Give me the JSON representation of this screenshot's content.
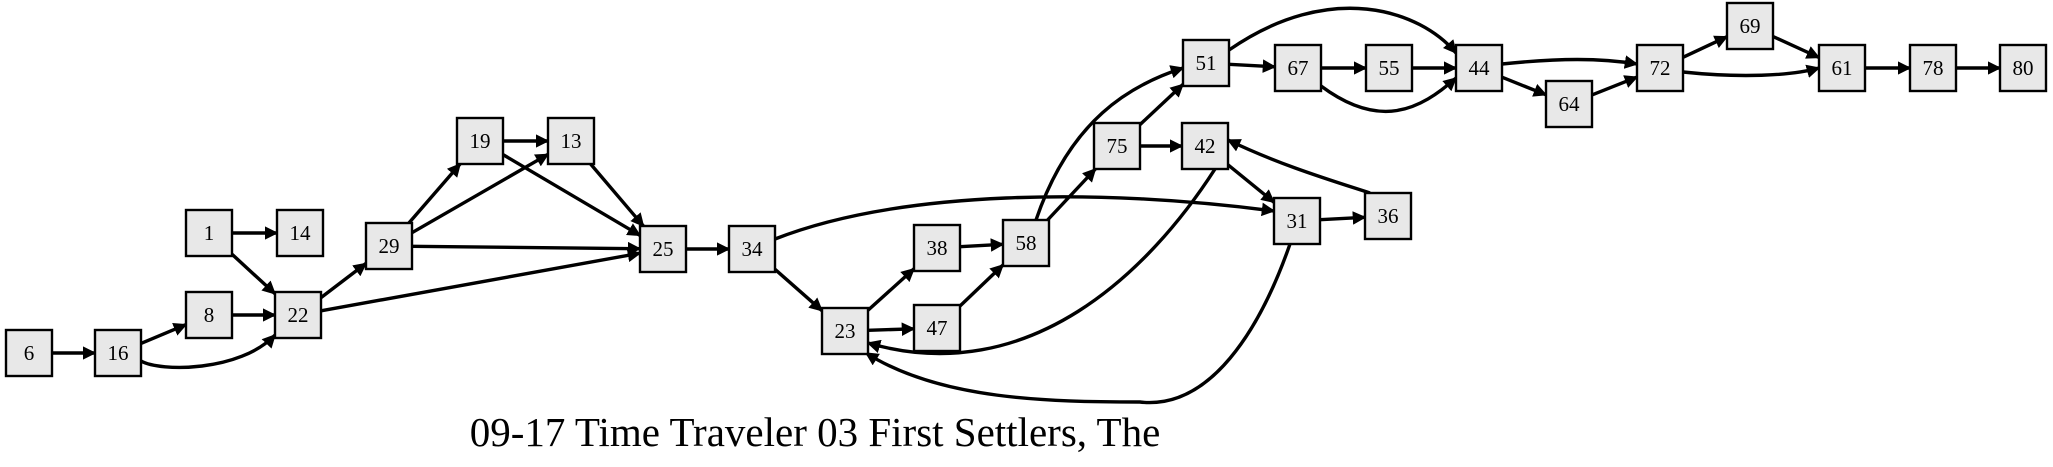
{
  "title": "09-17 Time Traveler 03 First Settlers, The",
  "colors": {
    "node_fill": "#e8e8e8",
    "node_stroke": "#000000",
    "edge": "#000000",
    "background": "#ffffff"
  },
  "nodes": [
    "6",
    "16",
    "8",
    "22",
    "1",
    "14",
    "29",
    "19",
    "13",
    "25",
    "34",
    "23",
    "38",
    "47",
    "58",
    "75",
    "42",
    "51",
    "31",
    "36",
    "67",
    "55",
    "44",
    "64",
    "72",
    "69",
    "61",
    "78",
    "80"
  ],
  "edges": [
    [
      "6",
      "16"
    ],
    [
      "16",
      "8"
    ],
    [
      "16",
      "22"
    ],
    [
      "8",
      "22"
    ],
    [
      "1",
      "14"
    ],
    [
      "1",
      "22"
    ],
    [
      "22",
      "29"
    ],
    [
      "22",
      "25"
    ],
    [
      "29",
      "19"
    ],
    [
      "29",
      "13"
    ],
    [
      "29",
      "25"
    ],
    [
      "19",
      "13"
    ],
    [
      "19",
      "25"
    ],
    [
      "13",
      "25"
    ],
    [
      "25",
      "34"
    ],
    [
      "34",
      "31"
    ],
    [
      "34",
      "23"
    ],
    [
      "23",
      "38"
    ],
    [
      "23",
      "47"
    ],
    [
      "38",
      "58"
    ],
    [
      "47",
      "58"
    ],
    [
      "58",
      "75"
    ],
    [
      "58",
      "51"
    ],
    [
      "75",
      "51"
    ],
    [
      "75",
      "42"
    ],
    [
      "42",
      "31"
    ],
    [
      "42",
      "23"
    ],
    [
      "31",
      "36"
    ],
    [
      "31",
      "23"
    ],
    [
      "36",
      "42"
    ],
    [
      "51",
      "67"
    ],
    [
      "51",
      "44"
    ],
    [
      "67",
      "55"
    ],
    [
      "67",
      "44"
    ],
    [
      "55",
      "44"
    ],
    [
      "44",
      "72"
    ],
    [
      "44",
      "64"
    ],
    [
      "64",
      "72"
    ],
    [
      "72",
      "69"
    ],
    [
      "72",
      "61"
    ],
    [
      "69",
      "61"
    ],
    [
      "61",
      "78"
    ],
    [
      "78",
      "80"
    ]
  ]
}
